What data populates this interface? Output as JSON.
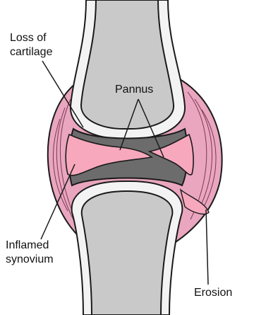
{
  "labels": {
    "loss_of_cartilage_line1": "Loss of",
    "loss_of_cartilage_line2": "cartilage",
    "pannus": "Pannus",
    "inflamed_synovium_line1": "Inflamed",
    "inflamed_synovium_line2": "synovium",
    "erosion": "Erosion"
  },
  "colors": {
    "bone": "#c9c9c9",
    "cartilage": "#f3f3f3",
    "joint_space": "#6c6c6c",
    "synovium": "#e69ab6",
    "pannus": "#f7a8bd",
    "outline": "#1a1a1a"
  }
}
